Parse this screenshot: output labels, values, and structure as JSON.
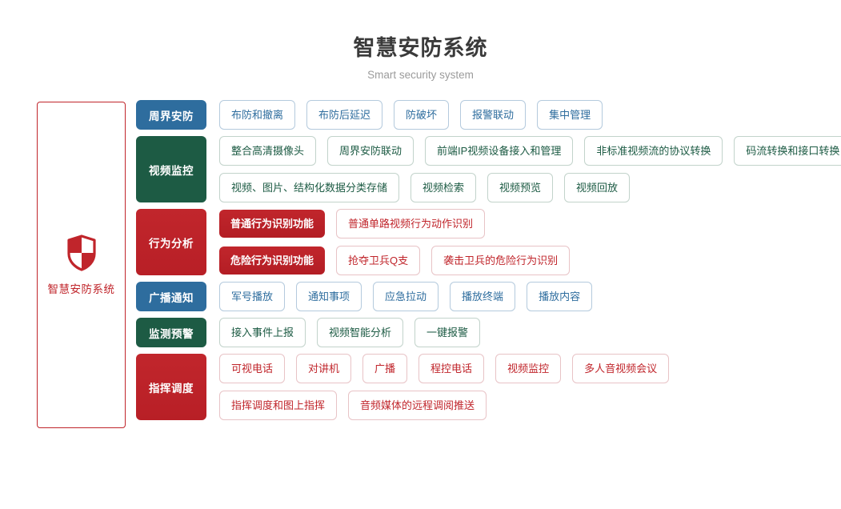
{
  "header": {
    "title": "智慧安防系统",
    "subtitle": "Smart security system"
  },
  "sidebar": {
    "icon": "shield-icon",
    "title": "智慧安防系统",
    "accent_color": "#c0252b"
  },
  "colors": {
    "blue": "#2e6d9e",
    "green": "#1d5b44",
    "red": "#c0252b"
  },
  "rows": [
    {
      "category": "周界安防",
      "color": "blue",
      "subrows": [
        {
          "label": null,
          "items": [
            "布防和撤离",
            "布防后延迟",
            "防破坏",
            "报警联动",
            "集中管理"
          ]
        }
      ]
    },
    {
      "category": "视频监控",
      "color": "green",
      "subrows": [
        {
          "label": null,
          "items": [
            "整合高清摄像头",
            "周界安防联动",
            "前端IP视频设备接入和管理",
            "非标准视频流的协议转换",
            "码流转换和接口转换"
          ]
        },
        {
          "label": null,
          "items": [
            "视频、图片、结构化数据分类存储",
            "视频检索",
            "视频预览",
            "视频回放"
          ]
        }
      ]
    },
    {
      "category": "行为分析",
      "color": "red",
      "subrows": [
        {
          "label": "普通行为识别功能",
          "items": [
            "普通单路视频行为动作识别"
          ]
        },
        {
          "label": "危险行为识别功能",
          "items": [
            "抢夺卫兵Q支",
            "袭击卫兵的危险行为识别"
          ]
        }
      ]
    },
    {
      "category": "广播通知",
      "color": "blue",
      "subrows": [
        {
          "label": null,
          "items": [
            "军号播放",
            "通知事项",
            "应急拉动",
            "播放终端",
            "播放内容"
          ]
        }
      ]
    },
    {
      "category": "监测预警",
      "color": "green",
      "subrows": [
        {
          "label": null,
          "items": [
            "接入事件上报",
            "视频智能分析",
            "一键报警"
          ]
        }
      ]
    },
    {
      "category": "指挥调度",
      "color": "red",
      "subrows": [
        {
          "label": null,
          "items": [
            "可视电话",
            "对讲机",
            "广播",
            "程控电话",
            "视频监控",
            "多人音视频会议"
          ]
        },
        {
          "label": null,
          "items": [
            "指挥调度和图上指挥",
            "音频媒体的远程调阅推送"
          ]
        }
      ]
    }
  ]
}
